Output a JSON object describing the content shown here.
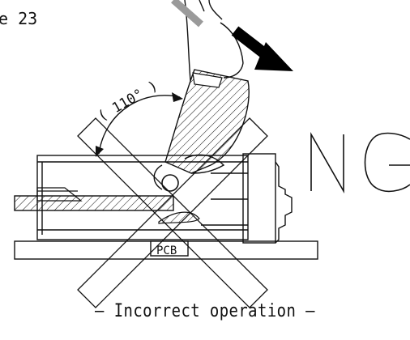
{
  "figure": {
    "figure_label": "e 23",
    "angle_label": "( 110° )",
    "board_label": "PCB",
    "verdict_label": "NG",
    "caption": "– Incorrect operation –"
  },
  "colors": {
    "ink": "#111111",
    "background": "#ffffff",
    "arrow": "#000000"
  },
  "icons": {
    "motion": "arrow-down-right-icon",
    "verdict": "cross-icon"
  }
}
